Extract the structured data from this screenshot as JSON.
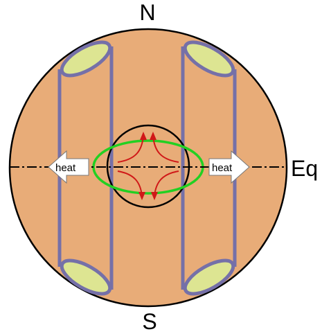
{
  "labels": {
    "north": "N",
    "south": "S",
    "equator": "Eq",
    "heat_left": "heat",
    "heat_right": "heat"
  },
  "colors": {
    "body_fill": "#E8AC78",
    "outline": "#000000",
    "cylinder_stroke": "#7570A8",
    "cap_fill": "#DDE592",
    "inner_loop": "#22D022",
    "convection_arrows": "#D01818",
    "heat_arrow_fill": "#FFFFFF"
  }
}
